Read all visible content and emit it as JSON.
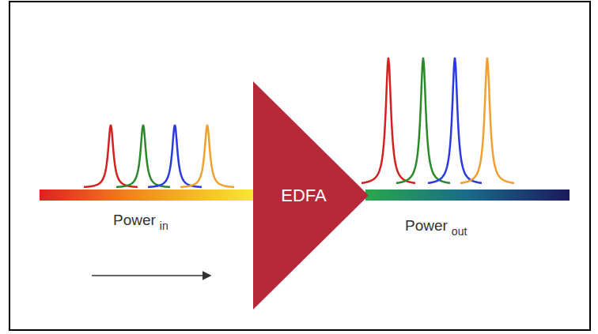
{
  "diagram": {
    "nodes": [
      {
        "text": [
          "EDFA"
        ]
      }
    ],
    "labels": [
      "Power",
      "in",
      "Power",
      "out"
    ]
  }
}
